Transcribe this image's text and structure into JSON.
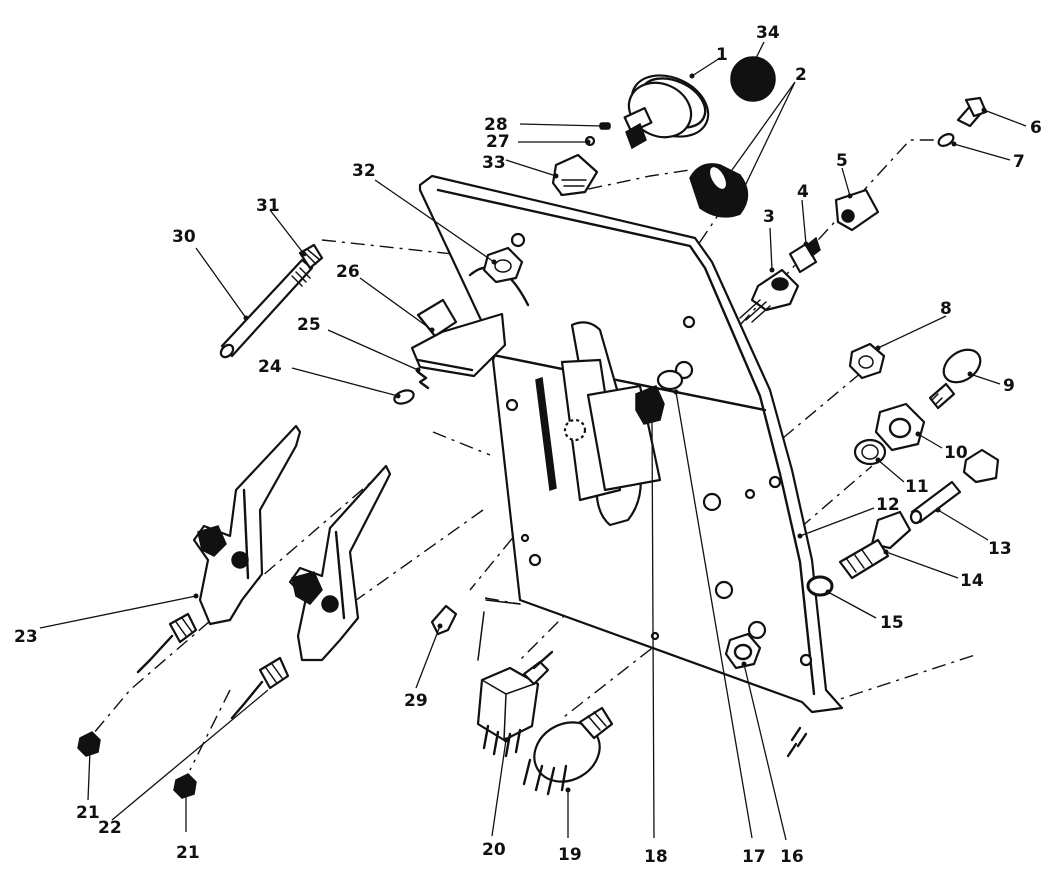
{
  "callouts": [
    {
      "id": "c1",
      "text": "1"
    },
    {
      "id": "c2",
      "text": "2"
    },
    {
      "id": "c3",
      "text": "3"
    },
    {
      "id": "c4",
      "text": "4"
    },
    {
      "id": "c5",
      "text": "5"
    },
    {
      "id": "c6",
      "text": "6"
    },
    {
      "id": "c7",
      "text": "7"
    },
    {
      "id": "c8",
      "text": "8"
    },
    {
      "id": "c9",
      "text": "9"
    },
    {
      "id": "c10",
      "text": "10"
    },
    {
      "id": "c11",
      "text": "11"
    },
    {
      "id": "c12",
      "text": "12"
    },
    {
      "id": "c13",
      "text": "13"
    },
    {
      "id": "c14",
      "text": "14"
    },
    {
      "id": "c15",
      "text": "15"
    },
    {
      "id": "c16",
      "text": "16"
    },
    {
      "id": "c17",
      "text": "17"
    },
    {
      "id": "c18",
      "text": "18"
    },
    {
      "id": "c19",
      "text": "19"
    },
    {
      "id": "c20",
      "text": "20"
    },
    {
      "id": "c21a",
      "text": "21"
    },
    {
      "id": "c21b",
      "text": "21"
    },
    {
      "id": "c22",
      "text": "22"
    },
    {
      "id": "c23",
      "text": "23"
    },
    {
      "id": "c24",
      "text": "24"
    },
    {
      "id": "c25",
      "text": "25"
    },
    {
      "id": "c26",
      "text": "26"
    },
    {
      "id": "c27",
      "text": "27"
    },
    {
      "id": "c28",
      "text": "28"
    },
    {
      "id": "c29",
      "text": "29"
    },
    {
      "id": "c30",
      "text": "30"
    },
    {
      "id": "c31",
      "text": "31"
    },
    {
      "id": "c32",
      "text": "32"
    },
    {
      "id": "c33",
      "text": "33"
    },
    {
      "id": "c34",
      "text": "34"
    }
  ]
}
